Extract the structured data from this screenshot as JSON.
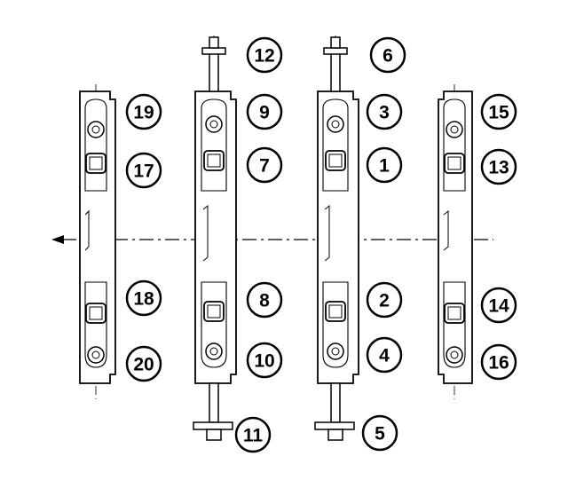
{
  "diagram": {
    "callouts": [
      {
        "id": "c1",
        "label": "1"
      },
      {
        "id": "c2",
        "label": "2"
      },
      {
        "id": "c3",
        "label": "3"
      },
      {
        "id": "c4",
        "label": "4"
      },
      {
        "id": "c5",
        "label": "5"
      },
      {
        "id": "c6",
        "label": "6"
      },
      {
        "id": "c7",
        "label": "7"
      },
      {
        "id": "c8",
        "label": "8"
      },
      {
        "id": "c9",
        "label": "9"
      },
      {
        "id": "c10",
        "label": "10"
      },
      {
        "id": "c11",
        "label": "11"
      },
      {
        "id": "c12",
        "label": "12"
      },
      {
        "id": "c13",
        "label": "13"
      },
      {
        "id": "c14",
        "label": "14"
      },
      {
        "id": "c15",
        "label": "15"
      },
      {
        "id": "c16",
        "label": "16"
      },
      {
        "id": "c17",
        "label": "17"
      },
      {
        "id": "c18",
        "label": "18"
      },
      {
        "id": "c19",
        "label": "19"
      },
      {
        "id": "c20",
        "label": "20"
      }
    ],
    "colors": {
      "ink": "#000000",
      "paper": "#ffffff"
    }
  }
}
